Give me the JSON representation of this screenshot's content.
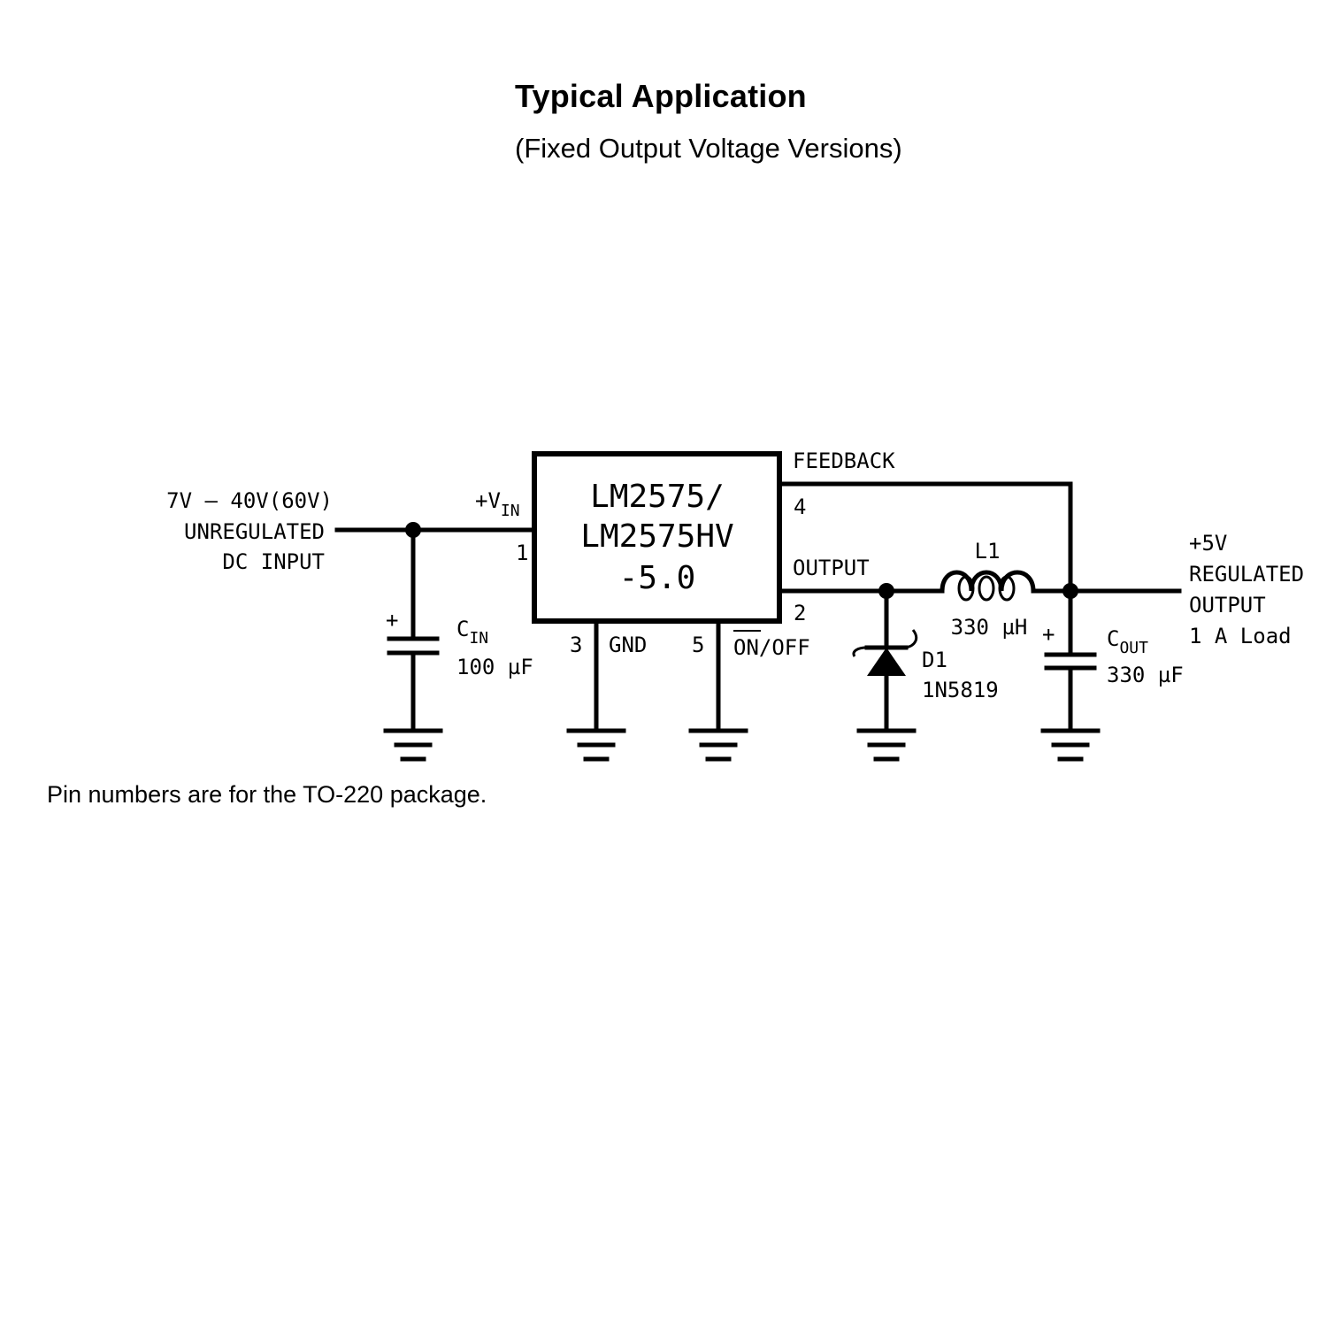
{
  "header": {
    "title": "Typical Application",
    "subtitle": "(Fixed Output Voltage Versions)"
  },
  "footnote": "Pin numbers are for the TO-220 package.",
  "input": {
    "line1": "7V – 40V(60V)",
    "line2": "UNREGULATED",
    "line3": "DC INPUT"
  },
  "ic": {
    "name_line1": "LM2575/",
    "name_line2": "LM2575HV",
    "name_line3": "-5.0",
    "vin_label": "+V",
    "vin_sub": "IN",
    "pin_vin": "1",
    "pin_feedback": "4",
    "feedback_label": "FEEDBACK",
    "pin_output": "2",
    "output_label": "OUTPUT",
    "pin_gnd": "3",
    "gnd_label": "GND",
    "pin_onoff": "5",
    "on_label": "ON",
    "off_label": "/OFF"
  },
  "cin": {
    "plus": "+",
    "name": "C",
    "sub": "IN",
    "value": "100 µF"
  },
  "d1": {
    "name": "D1",
    "part": "1N5819"
  },
  "l1": {
    "name": "L1",
    "value": "330 µH"
  },
  "cout": {
    "plus": "+",
    "name": "C",
    "sub": "OUT",
    "value": "330 µF"
  },
  "output": {
    "line1": "+5V",
    "line2": "REGULATED",
    "line3": "OUTPUT",
    "line4": "1 A Load"
  }
}
